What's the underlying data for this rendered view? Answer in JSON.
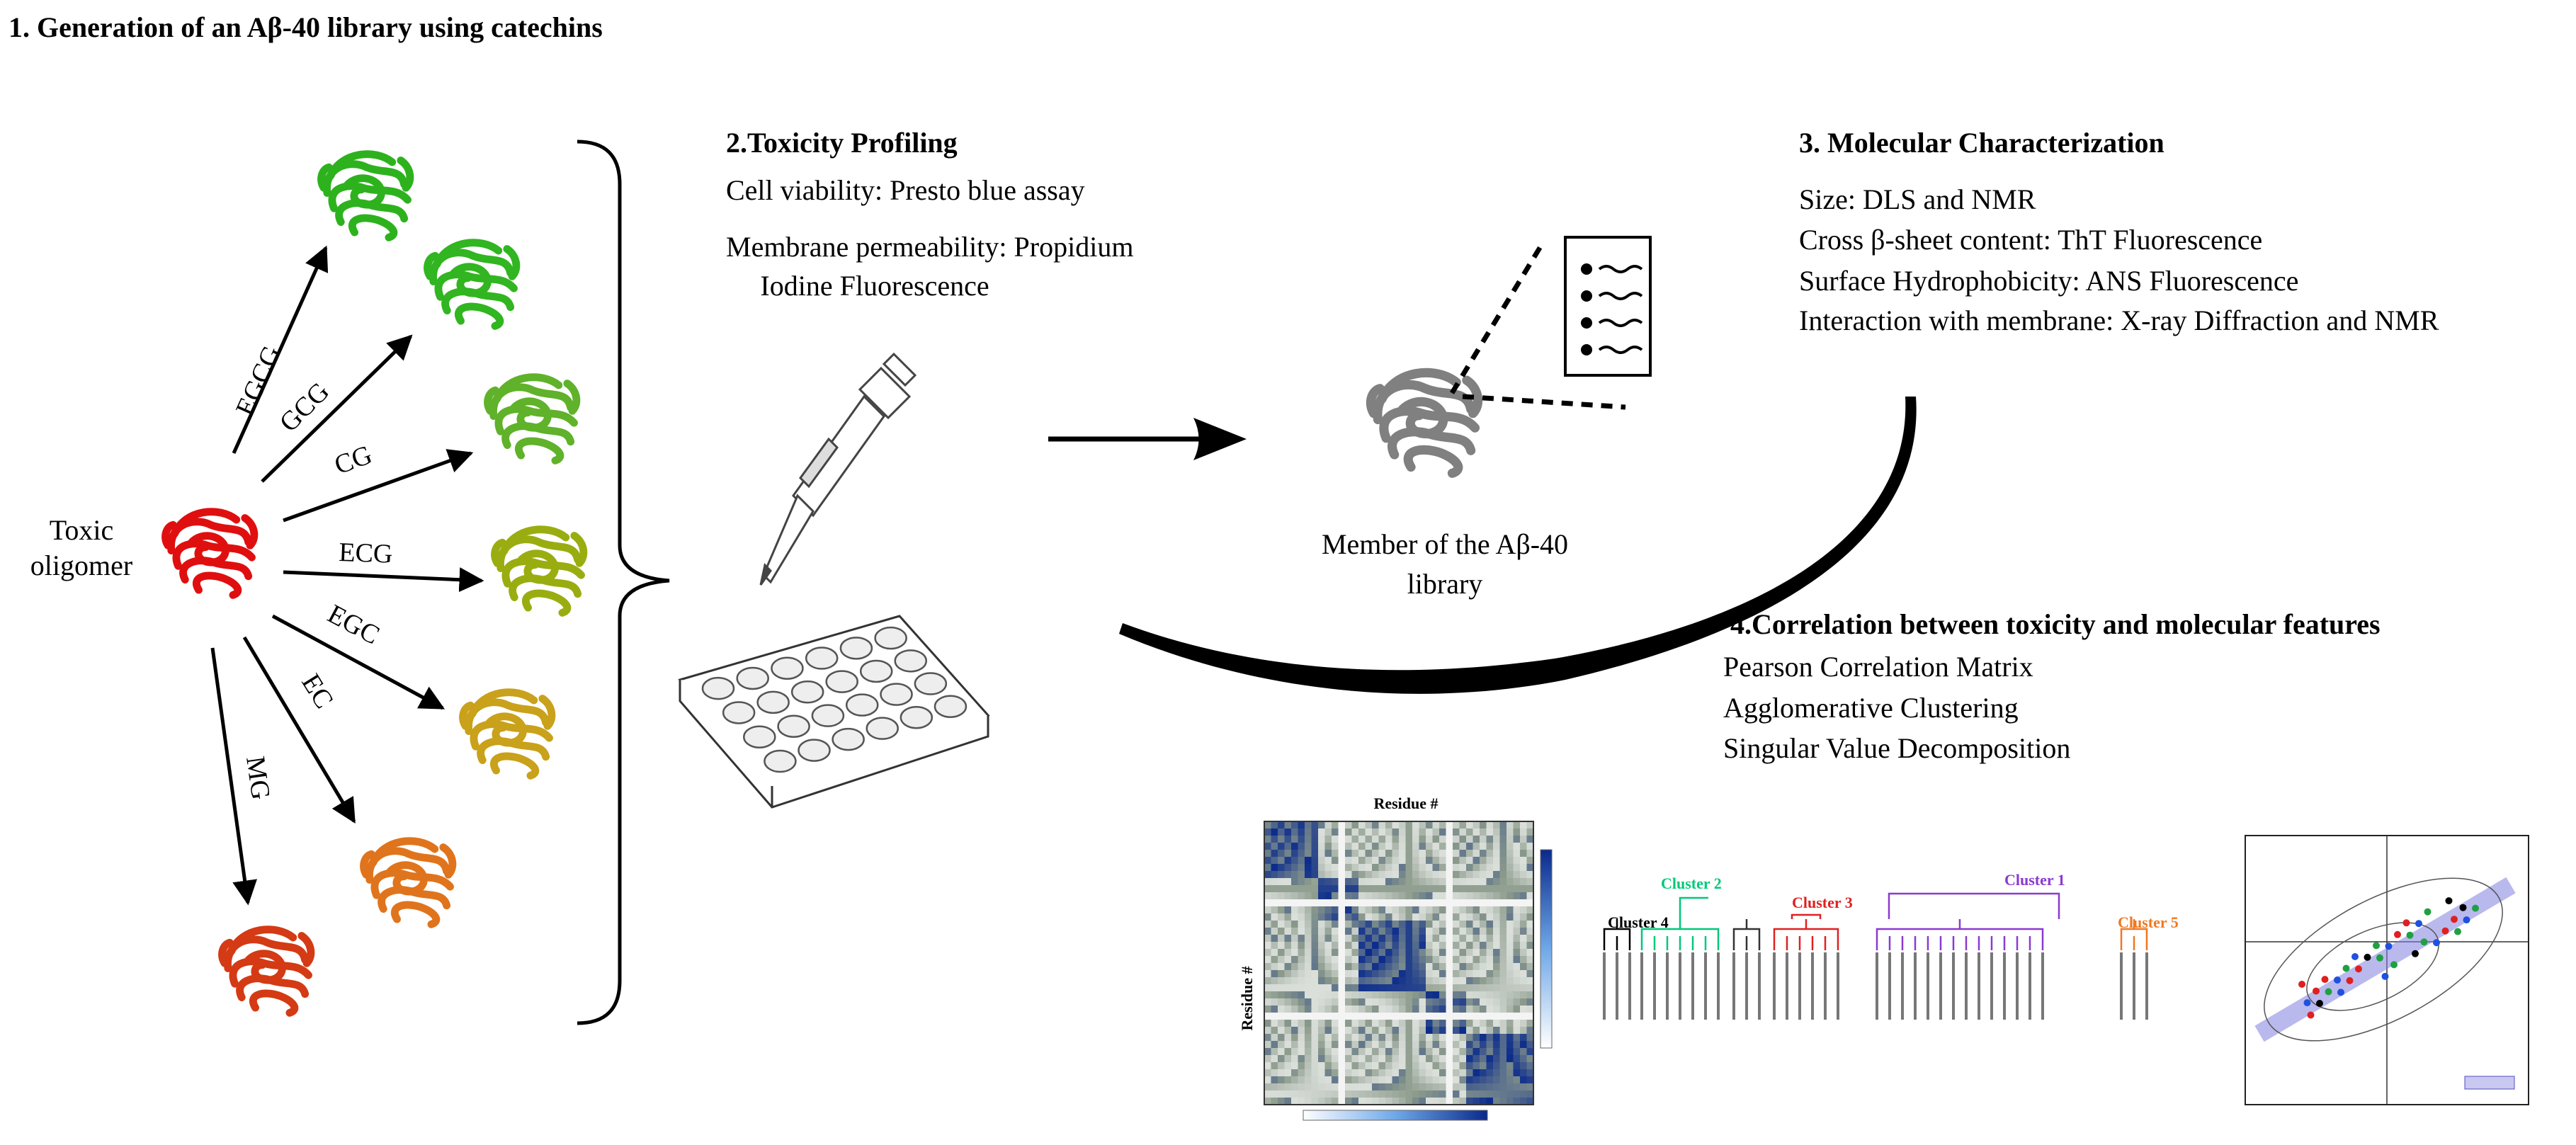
{
  "section1": {
    "title": "1. Generation of an Aβ-40 library using catechins"
  },
  "toxic_oligomer": {
    "line1": "Toxic",
    "line2": "oligomer"
  },
  "catechins": [
    {
      "label": "EGCG",
      "color": "#2db21e"
    },
    {
      "label": "GCG",
      "color": "#31b520"
    },
    {
      "label": "CG",
      "color": "#5fb22a"
    },
    {
      "label": "ECG",
      "color": "#9aad10"
    },
    {
      "label": "EGC",
      "color": "#c9a11a"
    },
    {
      "label": "EC",
      "color": "#e0741c"
    },
    {
      "label": "MG",
      "color": "#d43a14"
    }
  ],
  "colors": {
    "toxic": "#e00f0f",
    "member": "#808080",
    "cluster_heatmap": "#0a2a8c"
  },
  "section2": {
    "title": "2.Toxicity Profiling",
    "line1": "Cell viability: Presto blue assay",
    "line2": "Membrane permeability: Propidium",
    "line3": "Iodine Fluorescence"
  },
  "member": {
    "line1": "Member of the Aβ-40",
    "line2": "library"
  },
  "section3": {
    "title": "3. Molecular Characterization",
    "lines": [
      "Size: DLS and NMR",
      "Cross β-sheet content: ThT Fluorescence",
      "Surface Hydrophobicity: ANS Fluorescence",
      "Interaction with membrane: X-ray Diffraction and NMR"
    ]
  },
  "section4": {
    "title": "4.Correlation between toxicity and molecular features",
    "lines": [
      "Pearson Correlation Matrix",
      "Agglomerative Clustering",
      "Singular Value Decomposition"
    ]
  },
  "heatmap": {
    "top_label": "Residue #",
    "side_label": "Residue #"
  },
  "dendrogram": {
    "clusters": [
      {
        "name": "Cluster 4",
        "color": "#000000"
      },
      {
        "name": "Cluster 2",
        "color": "#00c878"
      },
      {
        "name": "Cluster 3",
        "color": "#e02020"
      },
      {
        "name": "Cluster 1",
        "color": "#8a3ad0"
      },
      {
        "name": "Cluster 5",
        "color": "#f07820"
      }
    ]
  }
}
